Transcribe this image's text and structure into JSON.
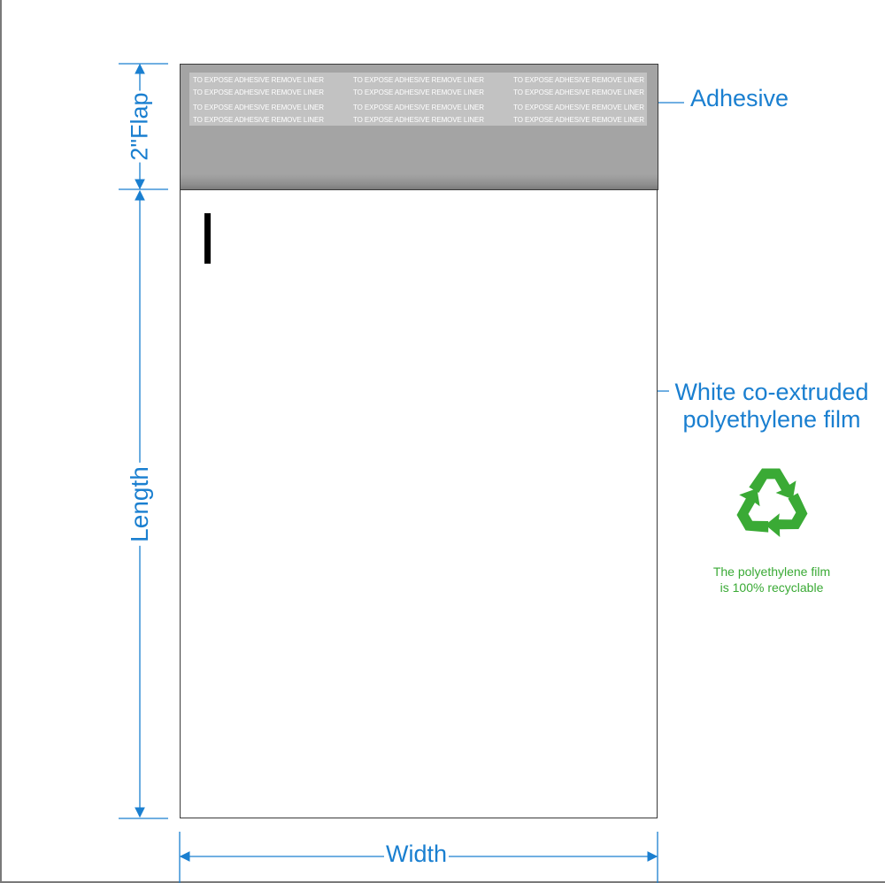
{
  "flap": {
    "liner_text": "TO EXPOSE ADHESIVE REMOVE LINER",
    "liner_rows": [
      [
        "TO EXPOSE ADHESIVE REMOVE LINER",
        "TO EXPOSE ADHESIVE REMOVE LINER",
        "TO EXPOSE ADHESIVE REMOVE LINER"
      ],
      [
        "TO EXPOSE ADHESIVE REMOVE LINER",
        "TO EXPOSE ADHESIVE REMOVE LINER",
        "TO EXPOSE ADHESIVE REMOVE LINER"
      ],
      [
        "TO EXPOSE ADHESIVE REMOVE LINER",
        "TO EXPOSE ADHESIVE REMOVE LINER",
        "TO EXPOSE ADHESIVE REMOVE LINER"
      ],
      [
        "TO EXPOSE ADHESIVE REMOVE LINER",
        "TO EXPOSE ADHESIVE REMOVE LINER",
        "TO EXPOSE ADHESIVE REMOVE LINER"
      ]
    ]
  },
  "labels": {
    "adhesive": "Adhesive",
    "film_line1": "White co-extruded",
    "film_line2": "polyethylene film",
    "flap": "2\"Flap",
    "length": "Length",
    "width": "Width"
  },
  "recycle": {
    "icon": "recycle-icon",
    "line1": "The polyethylene film",
    "line2": "is 100% recyclable"
  },
  "colors": {
    "dimension_blue": "#1a7fd0",
    "recycle_green": "#3aaa35",
    "flap_gray": "#a4a4a4"
  }
}
